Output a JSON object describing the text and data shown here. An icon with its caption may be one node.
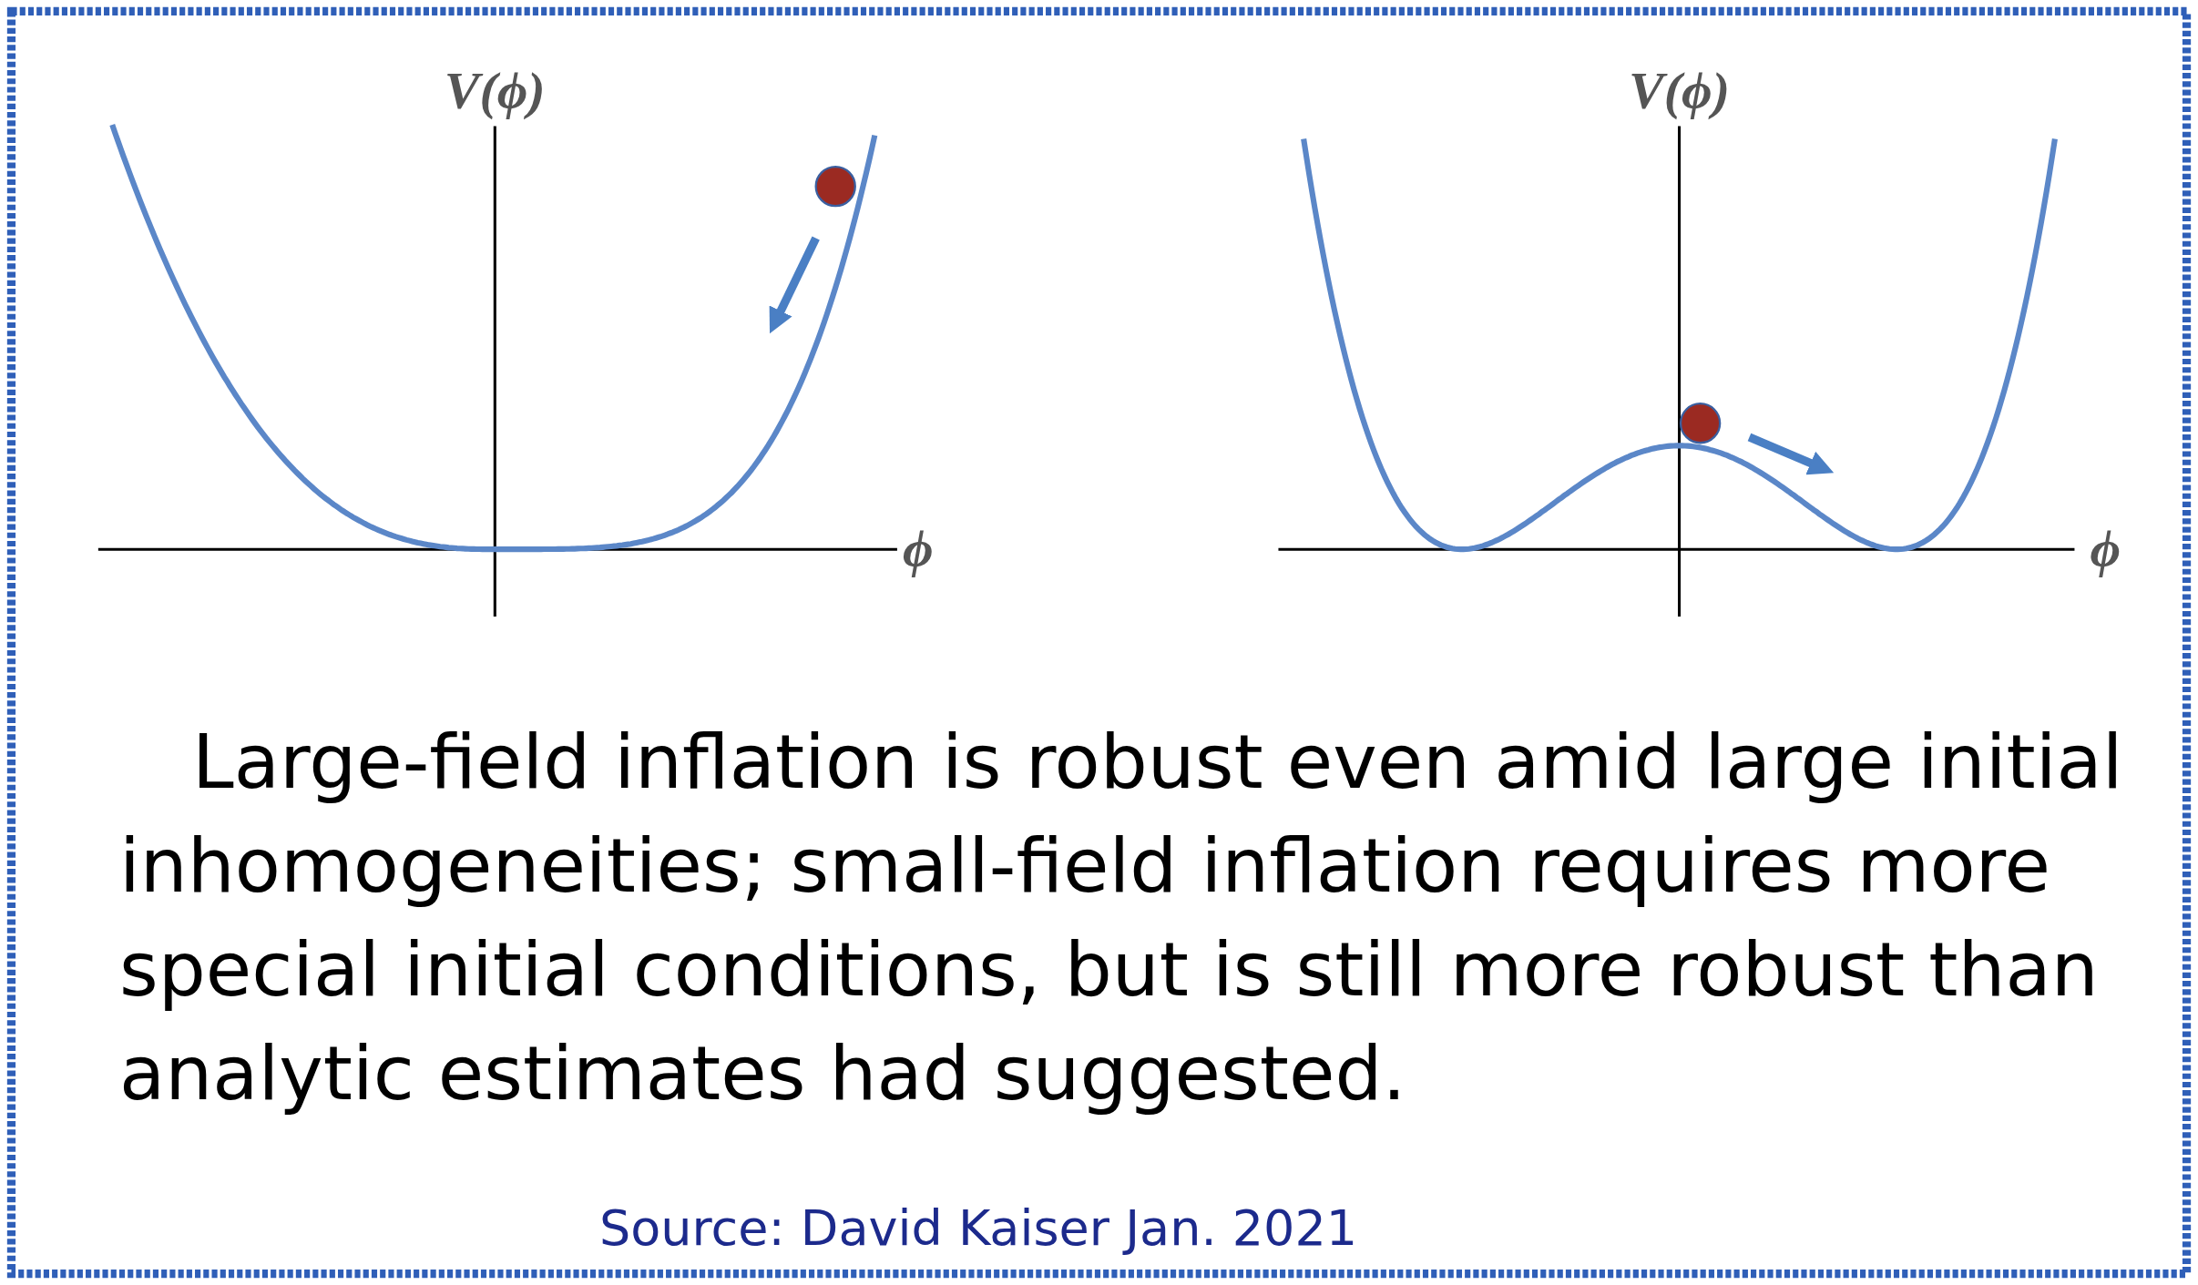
{
  "diagram": {
    "caption": "Large-field inflation is robust even amid large initial inhomogeneities; small-field inflation requires more special initial conditions, but is still more robust than analytic estimates had suggested.",
    "labels": [
      "V(ϕ)",
      "ϕ",
      "V(ϕ)",
      "ϕ",
      "Source: David Kaiser Jan. 2021"
    ]
  }
}
